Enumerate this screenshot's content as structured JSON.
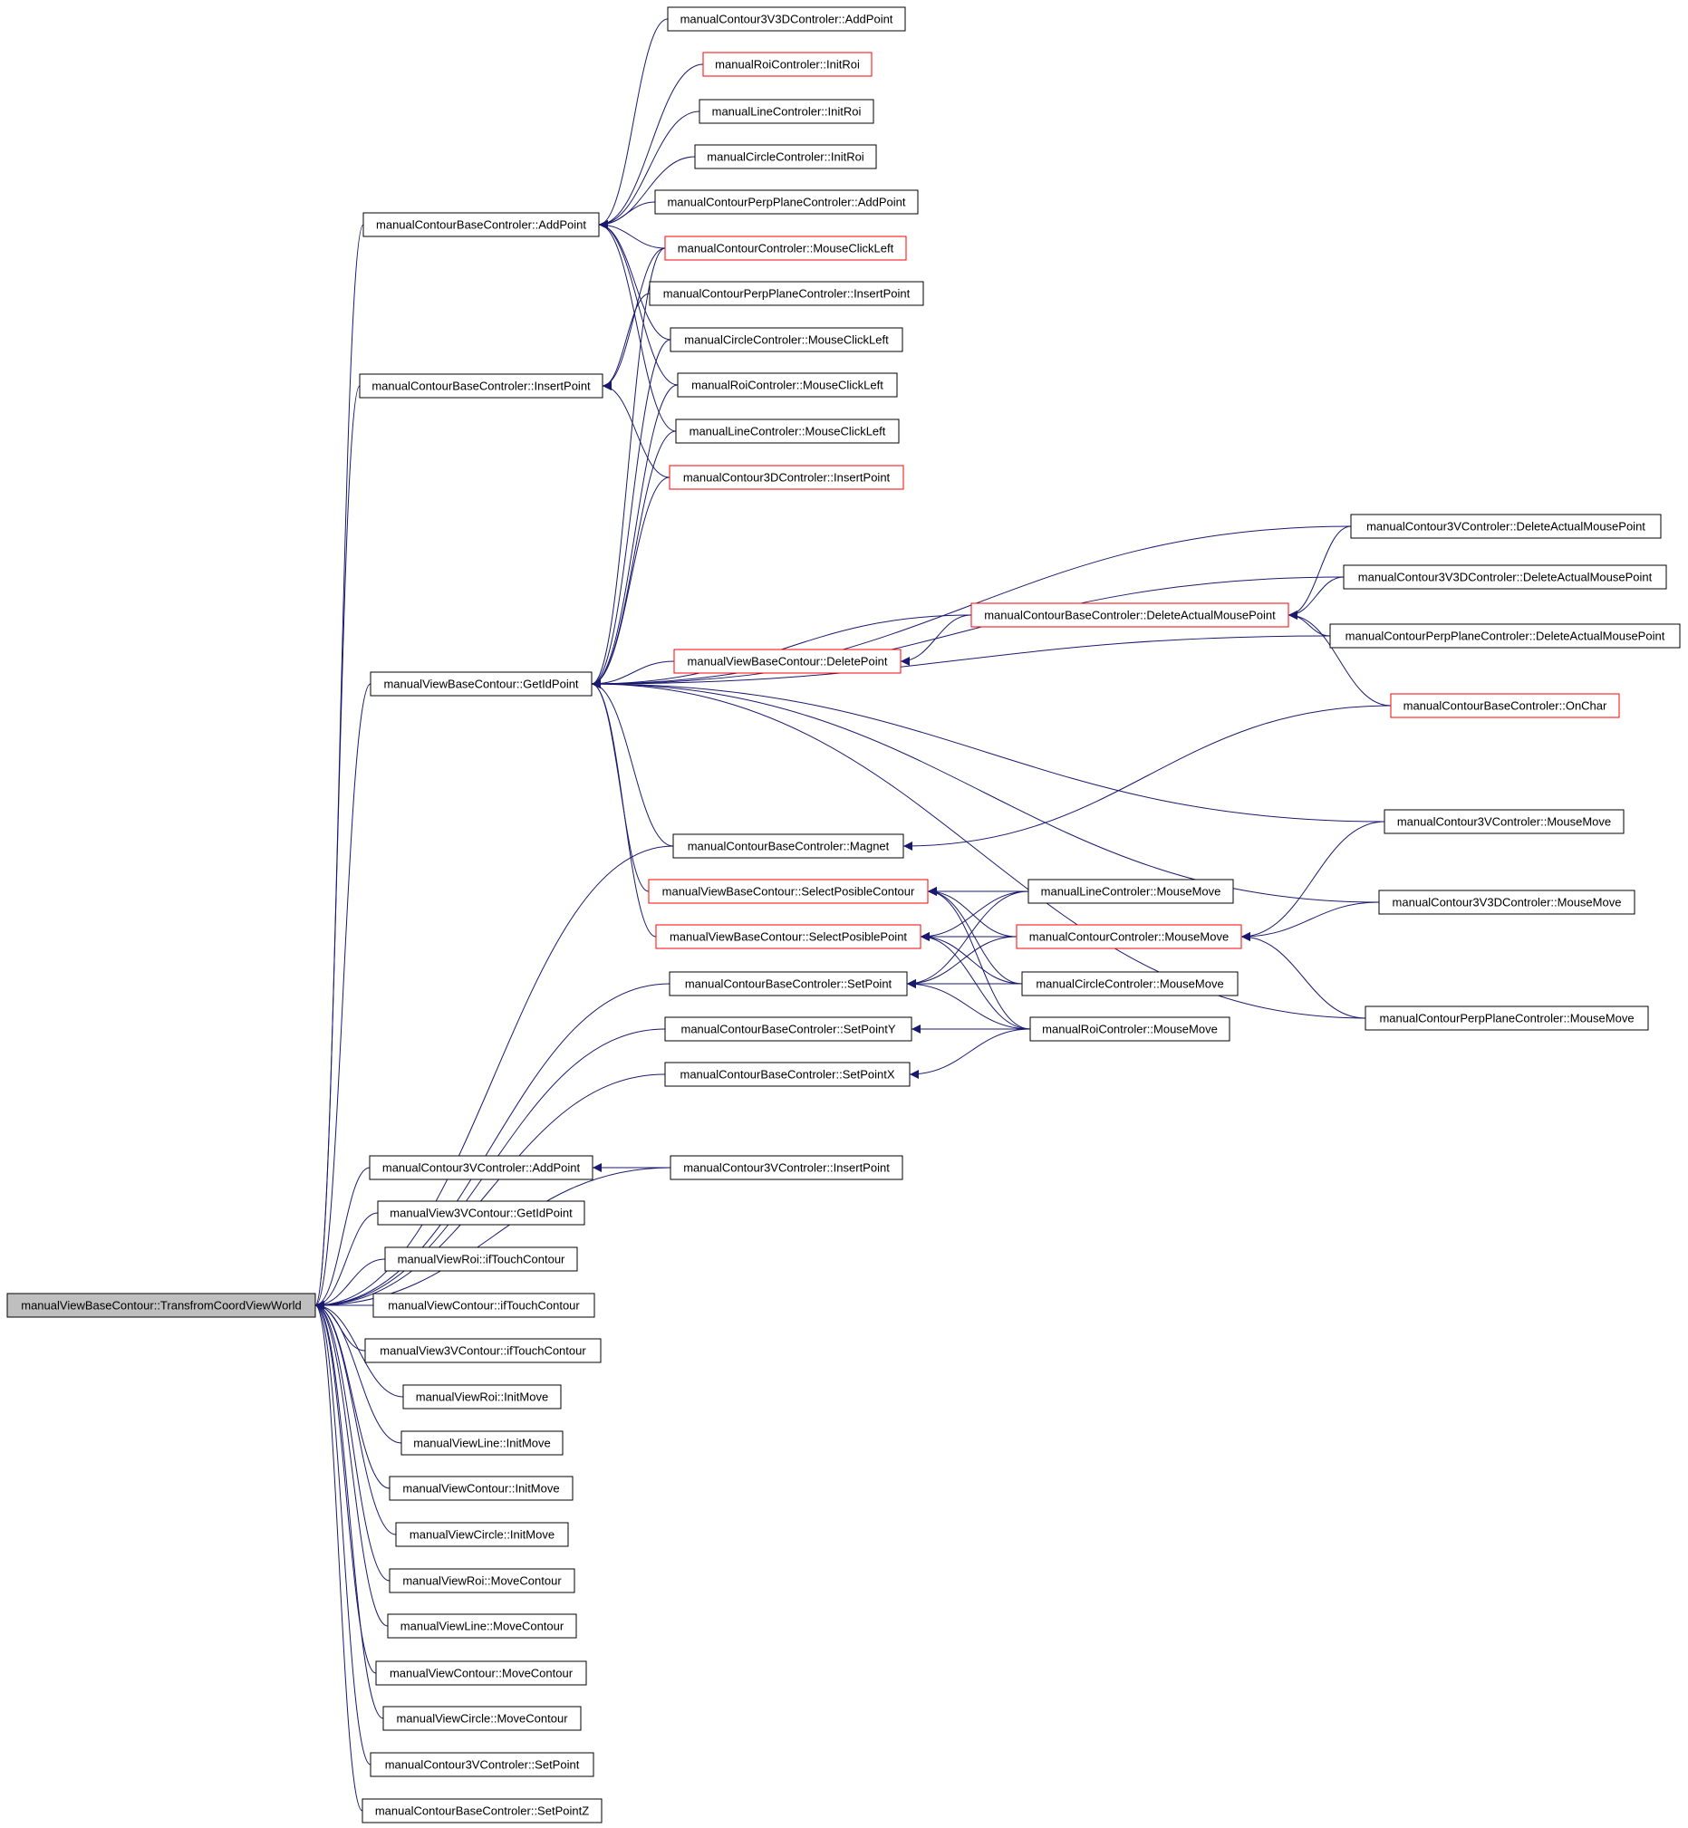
{
  "colors": {
    "edge": "#191970",
    "node_border": "#000000",
    "node_border_truncated": "#ff0000",
    "root_fill": "#bfbfbf",
    "node_fill": "#ffffff"
  },
  "nodes": [
    {
      "id": "root",
      "label": "manualViewBaseContour::TransfromCoordViewWorld",
      "root": true
    },
    {
      "id": "n_addpoint",
      "label": "manualContourBaseControler::AddPoint"
    },
    {
      "id": "n_insertpoint",
      "label": "manualContourBaseControler::InsertPoint"
    },
    {
      "id": "n_getidpoint",
      "label": "manualViewBaseContour::GetIdPoint"
    },
    {
      "id": "n_magnet",
      "label": "manualContourBaseControler::Magnet"
    },
    {
      "id": "n_selcontour",
      "label": "manualViewBaseContour::SelectPosibleContour",
      "truncated": true
    },
    {
      "id": "n_selpoint",
      "label": "manualViewBaseContour::SelectPosiblePoint",
      "truncated": true
    },
    {
      "id": "n_setpoint",
      "label": "manualContourBaseControler::SetPoint"
    },
    {
      "id": "n_setpointy",
      "label": "manualContourBaseControler::SetPointY"
    },
    {
      "id": "n_setpointx",
      "label": "manualContourBaseControler::SetPointX"
    },
    {
      "id": "n_3v_addpoint",
      "label": "manualContour3VControler::AddPoint"
    },
    {
      "id": "n_v3v_getid",
      "label": "manualView3VContour::GetIdPoint"
    },
    {
      "id": "n_roi_iftouch",
      "label": "manualViewRoi::ifTouchContour"
    },
    {
      "id": "n_contour_iftouch",
      "label": "manualViewContour::ifTouchContour"
    },
    {
      "id": "n_v3v_iftouch",
      "label": "manualView3VContour::ifTouchContour"
    },
    {
      "id": "n_roi_initmove",
      "label": "manualViewRoi::InitMove"
    },
    {
      "id": "n_line_initmove",
      "label": "manualViewLine::InitMove"
    },
    {
      "id": "n_contour_initmove",
      "label": "manualViewContour::InitMove"
    },
    {
      "id": "n_circle_initmove",
      "label": "manualViewCircle::InitMove"
    },
    {
      "id": "n_roi_movecontour",
      "label": "manualViewRoi::MoveContour"
    },
    {
      "id": "n_line_movecontour",
      "label": "manualViewLine::MoveContour"
    },
    {
      "id": "n_contour_movecontour",
      "label": "manualViewContour::MoveContour"
    },
    {
      "id": "n_circle_movecontour",
      "label": "manualViewCircle::MoveContour"
    },
    {
      "id": "n_3v_setpoint",
      "label": "manualContour3VControler::SetPoint"
    },
    {
      "id": "n_setpointz",
      "label": "manualContourBaseControler::SetPointZ"
    },
    {
      "id": "n_3v3d_addpoint",
      "label": "manualContour3V3DControler::AddPoint"
    },
    {
      "id": "n_roi_initroi",
      "label": "manualRoiControler::InitRoi",
      "truncated": true
    },
    {
      "id": "n_line_initroi",
      "label": "manualLineControler::InitRoi"
    },
    {
      "id": "n_circle_initroi",
      "label": "manualCircleControler::InitRoi"
    },
    {
      "id": "n_pp_addpoint",
      "label": "manualContourPerpPlaneControler::AddPoint"
    },
    {
      "id": "n_contour_mcl",
      "label": "manualContourControler::MouseClickLeft",
      "truncated": true
    },
    {
      "id": "n_pp_insertpoint",
      "label": "manualContourPerpPlaneControler::InsertPoint"
    },
    {
      "id": "n_circle_mcl",
      "label": "manualCircleControler::MouseClickLeft"
    },
    {
      "id": "n_roi_mcl",
      "label": "manualRoiControler::MouseClickLeft"
    },
    {
      "id": "n_line_mcl",
      "label": "manualLineControler::MouseClickLeft"
    },
    {
      "id": "n_3d_insertpoint",
      "label": "manualContour3DControler::InsertPoint",
      "truncated": true
    },
    {
      "id": "n_deletepoint",
      "label": "manualViewBaseContour::DeletePoint",
      "truncated": true
    },
    {
      "id": "n_base_deleteamp",
      "label": "manualContourBaseControler::DeleteActualMousePoint",
      "truncated": true
    },
    {
      "id": "n_3v_deleteamp",
      "label": "manualContour3VControler::DeleteActualMousePoint"
    },
    {
      "id": "n_3v3d_deleteamp",
      "label": "manualContour3V3DControler::DeleteActualMousePoint"
    },
    {
      "id": "n_pp_deleteamp",
      "label": "manualContourPerpPlaneControler::DeleteActualMousePoint"
    },
    {
      "id": "n_base_onchar",
      "label": "manualContourBaseControler::OnChar",
      "truncated": true
    },
    {
      "id": "n_3v_mousemove",
      "label": "manualContour3VControler::MouseMove"
    },
    {
      "id": "n_3v3d_mousemove",
      "label": "manualContour3V3DControler::MouseMove"
    },
    {
      "id": "n_pp_mousemove",
      "label": "manualContourPerpPlaneControler::MouseMove"
    },
    {
      "id": "n_line_mousemove",
      "label": "manualLineControler::MouseMove"
    },
    {
      "id": "n_contour_mousemove",
      "label": "manualContourControler::MouseMove",
      "truncated": true
    },
    {
      "id": "n_circle_mousemove",
      "label": "manualCircleControler::MouseMove"
    },
    {
      "id": "n_roi_mousemove",
      "label": "manualRoiControler::MouseMove"
    },
    {
      "id": "n_3v_insertpoint",
      "label": "manualContour3VControler::InsertPoint"
    }
  ],
  "edges": [
    {
      "from": "n_addpoint",
      "to": "root"
    },
    {
      "from": "n_insertpoint",
      "to": "root"
    },
    {
      "from": "n_getidpoint",
      "to": "root"
    },
    {
      "from": "n_magnet",
      "to": "root"
    },
    {
      "from": "n_setpoint",
      "to": "root"
    },
    {
      "from": "n_setpointy",
      "to": "root"
    },
    {
      "from": "n_setpointx",
      "to": "root"
    },
    {
      "from": "n_3v_addpoint",
      "to": "root"
    },
    {
      "from": "n_3v_insertpoint",
      "to": "root"
    },
    {
      "from": "n_v3v_getid",
      "to": "root"
    },
    {
      "from": "n_roi_iftouch",
      "to": "root"
    },
    {
      "from": "n_contour_iftouch",
      "to": "root"
    },
    {
      "from": "n_v3v_iftouch",
      "to": "root"
    },
    {
      "from": "n_roi_initmove",
      "to": "root"
    },
    {
      "from": "n_line_initmove",
      "to": "root"
    },
    {
      "from": "n_contour_initmove",
      "to": "root"
    },
    {
      "from": "n_circle_initmove",
      "to": "root"
    },
    {
      "from": "n_roi_movecontour",
      "to": "root"
    },
    {
      "from": "n_line_movecontour",
      "to": "root"
    },
    {
      "from": "n_contour_movecontour",
      "to": "root"
    },
    {
      "from": "n_circle_movecontour",
      "to": "root"
    },
    {
      "from": "n_3v_setpoint",
      "to": "root"
    },
    {
      "from": "n_setpointz",
      "to": "root"
    },
    {
      "from": "n_3v3d_addpoint",
      "to": "n_addpoint"
    },
    {
      "from": "n_roi_initroi",
      "to": "n_addpoint"
    },
    {
      "from": "n_line_initroi",
      "to": "n_addpoint"
    },
    {
      "from": "n_circle_initroi",
      "to": "n_addpoint"
    },
    {
      "from": "n_pp_addpoint",
      "to": "n_addpoint"
    },
    {
      "from": "n_contour_mcl",
      "to": "n_addpoint"
    },
    {
      "from": "n_circle_mcl",
      "to": "n_addpoint"
    },
    {
      "from": "n_roi_mcl",
      "to": "n_addpoint"
    },
    {
      "from": "n_line_mcl",
      "to": "n_addpoint"
    },
    {
      "from": "n_contour_mcl",
      "to": "n_insertpoint"
    },
    {
      "from": "n_pp_insertpoint",
      "to": "n_insertpoint"
    },
    {
      "from": "n_3d_insertpoint",
      "to": "n_insertpoint"
    },
    {
      "from": "n_contour_mcl",
      "to": "n_getidpoint"
    },
    {
      "from": "n_circle_mcl",
      "to": "n_getidpoint"
    },
    {
      "from": "n_roi_mcl",
      "to": "n_getidpoint"
    },
    {
      "from": "n_line_mcl",
      "to": "n_getidpoint"
    },
    {
      "from": "n_3d_insertpoint",
      "to": "n_getidpoint"
    },
    {
      "from": "n_deletepoint",
      "to": "n_getidpoint"
    },
    {
      "from": "n_base_deleteamp",
      "to": "n_getidpoint"
    },
    {
      "from": "n_3v_deleteamp",
      "to": "n_getidpoint"
    },
    {
      "from": "n_3v3d_deleteamp",
      "to": "n_getidpoint"
    },
    {
      "from": "n_pp_deleteamp",
      "to": "n_getidpoint"
    },
    {
      "from": "n_3v_mousemove",
      "to": "n_getidpoint"
    },
    {
      "from": "n_3v3d_mousemove",
      "to": "n_getidpoint"
    },
    {
      "from": "n_pp_mousemove",
      "to": "n_getidpoint"
    },
    {
      "from": "n_magnet",
      "to": "n_getidpoint"
    },
    {
      "from": "n_selcontour",
      "to": "n_getidpoint"
    },
    {
      "from": "n_selpoint",
      "to": "n_getidpoint"
    },
    {
      "from": "n_base_deleteamp",
      "to": "n_deletepoint"
    },
    {
      "from": "n_3v_deleteamp",
      "to": "n_base_deleteamp"
    },
    {
      "from": "n_3v3d_deleteamp",
      "to": "n_base_deleteamp"
    },
    {
      "from": "n_pp_deleteamp",
      "to": "n_base_deleteamp"
    },
    {
      "from": "n_base_onchar",
      "to": "n_base_deleteamp"
    },
    {
      "from": "n_base_onchar",
      "to": "n_magnet"
    },
    {
      "from": "n_line_mousemove",
      "to": "n_selcontour"
    },
    {
      "from": "n_contour_mousemove",
      "to": "n_selcontour"
    },
    {
      "from": "n_circle_mousemove",
      "to": "n_selcontour"
    },
    {
      "from": "n_roi_mousemove",
      "to": "n_selcontour"
    },
    {
      "from": "n_line_mousemove",
      "to": "n_selpoint"
    },
    {
      "from": "n_contour_mousemove",
      "to": "n_selpoint"
    },
    {
      "from": "n_circle_mousemove",
      "to": "n_selpoint"
    },
    {
      "from": "n_roi_mousemove",
      "to": "n_selpoint"
    },
    {
      "from": "n_line_mousemove",
      "to": "n_setpoint"
    },
    {
      "from": "n_contour_mousemove",
      "to": "n_setpoint"
    },
    {
      "from": "n_circle_mousemove",
      "to": "n_setpoint"
    },
    {
      "from": "n_roi_mousemove",
      "to": "n_setpoint"
    },
    {
      "from": "n_roi_mousemove",
      "to": "n_setpointy"
    },
    {
      "from": "n_roi_mousemove",
      "to": "n_setpointx"
    },
    {
      "from": "n_3v_mousemove",
      "to": "n_contour_mousemove"
    },
    {
      "from": "n_3v3d_mousemove",
      "to": "n_contour_mousemove"
    },
    {
      "from": "n_pp_mousemove",
      "to": "n_contour_mousemove"
    },
    {
      "from": "n_3v_insertpoint",
      "to": "n_3v_addpoint"
    }
  ]
}
